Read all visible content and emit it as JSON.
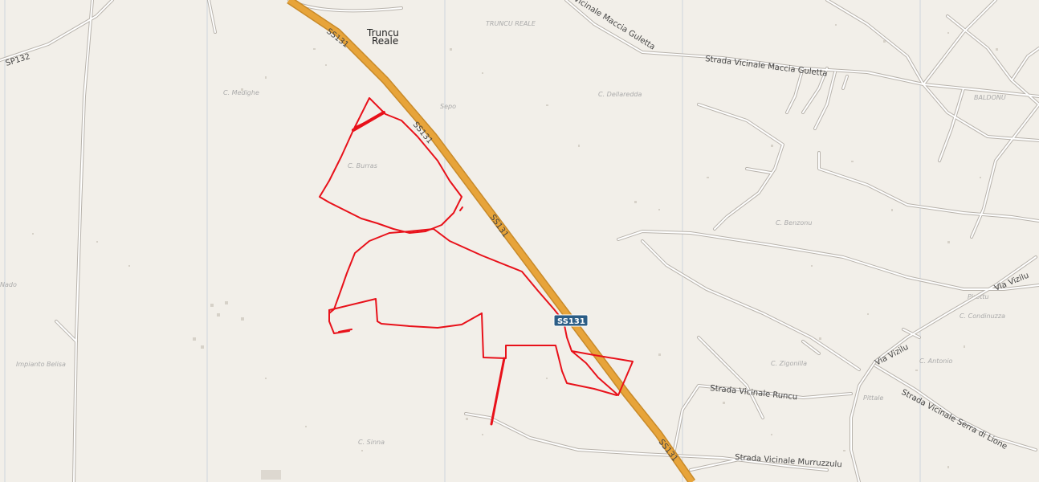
{
  "map": {
    "place_labels": {
      "truncu_reale": [
        "Truncu",
        "Reale"
      ]
    },
    "road_labels": {
      "sp132": "SP132",
      "ss131_a": "SS131",
      "ss131_b": "SS131",
      "ss131_c": "SS131",
      "ss131_d": "SS131",
      "maccia_guletta_a": "Vicinale Maccia Guletta",
      "maccia_guletta_b": "Strada Vicinale Maccia Guletta",
      "runcu": "Strada Vicinale Runcu",
      "murruzzulu": "Strada Vicinale Murruzzulu",
      "serra_di_lione": "Strada Vicinale Serra di Lione",
      "via_vizilu_a": "Via Vizilu",
      "via_vizilu_b": "Via Vizilu"
    },
    "shield": {
      "label": "SS131"
    },
    "colors": {
      "background": "#f2efe9",
      "highway_fill": "#e7a43a",
      "highway_casing": "#c88a2a",
      "minor_road": "#ffffff",
      "minor_road_casing": "#b8b3ac",
      "overlay_route": "#e8111a",
      "shield_bg": "#2b5d86"
    }
  }
}
